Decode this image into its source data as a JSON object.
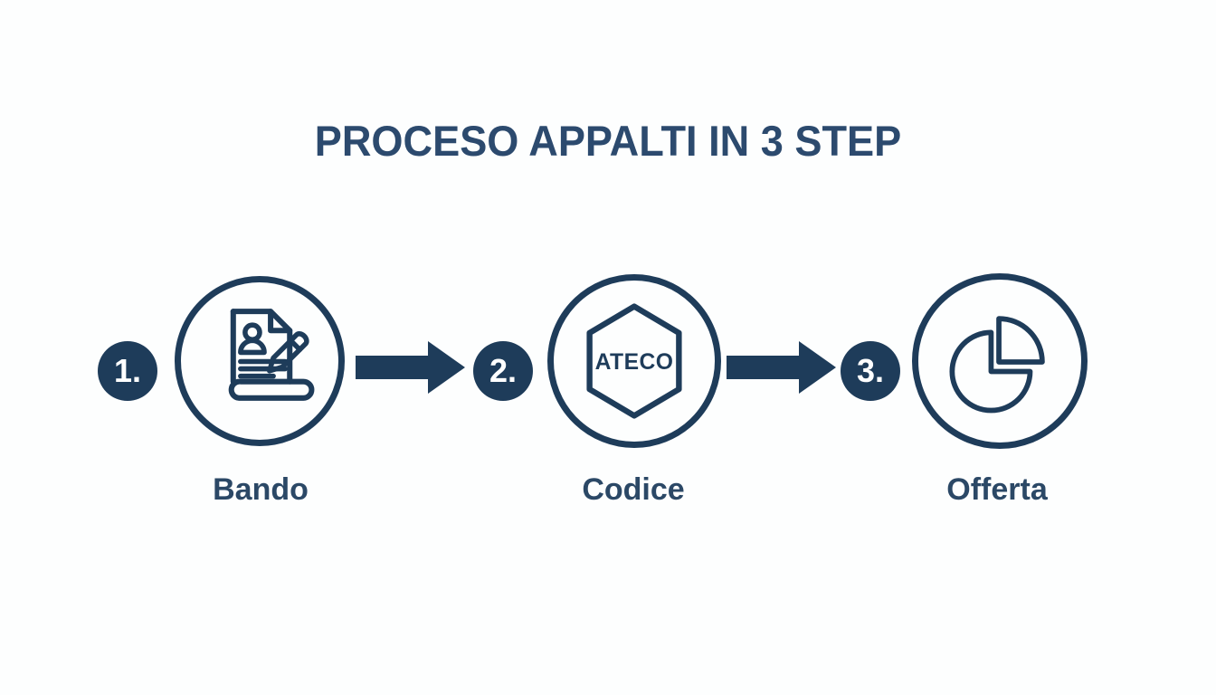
{
  "title": "PROCESO APPALTI IN 3 STEP",
  "colors": {
    "navy": "#1e3c5a",
    "title_navy": "#2c4a6e",
    "background": "#fdfefe",
    "badge_text": "#ffffff"
  },
  "steps": [
    {
      "number": "1.",
      "label": "Bando",
      "icon": "document-pencil-icon"
    },
    {
      "number": "2.",
      "label": "Codice",
      "icon": "ateco-hexagon-icon",
      "icon_text": "ATECO"
    },
    {
      "number": "3.",
      "label": "Offerta",
      "icon": "pie-chart-icon"
    }
  ],
  "arrows": [
    {
      "direction": "right"
    },
    {
      "direction": "right"
    }
  ]
}
